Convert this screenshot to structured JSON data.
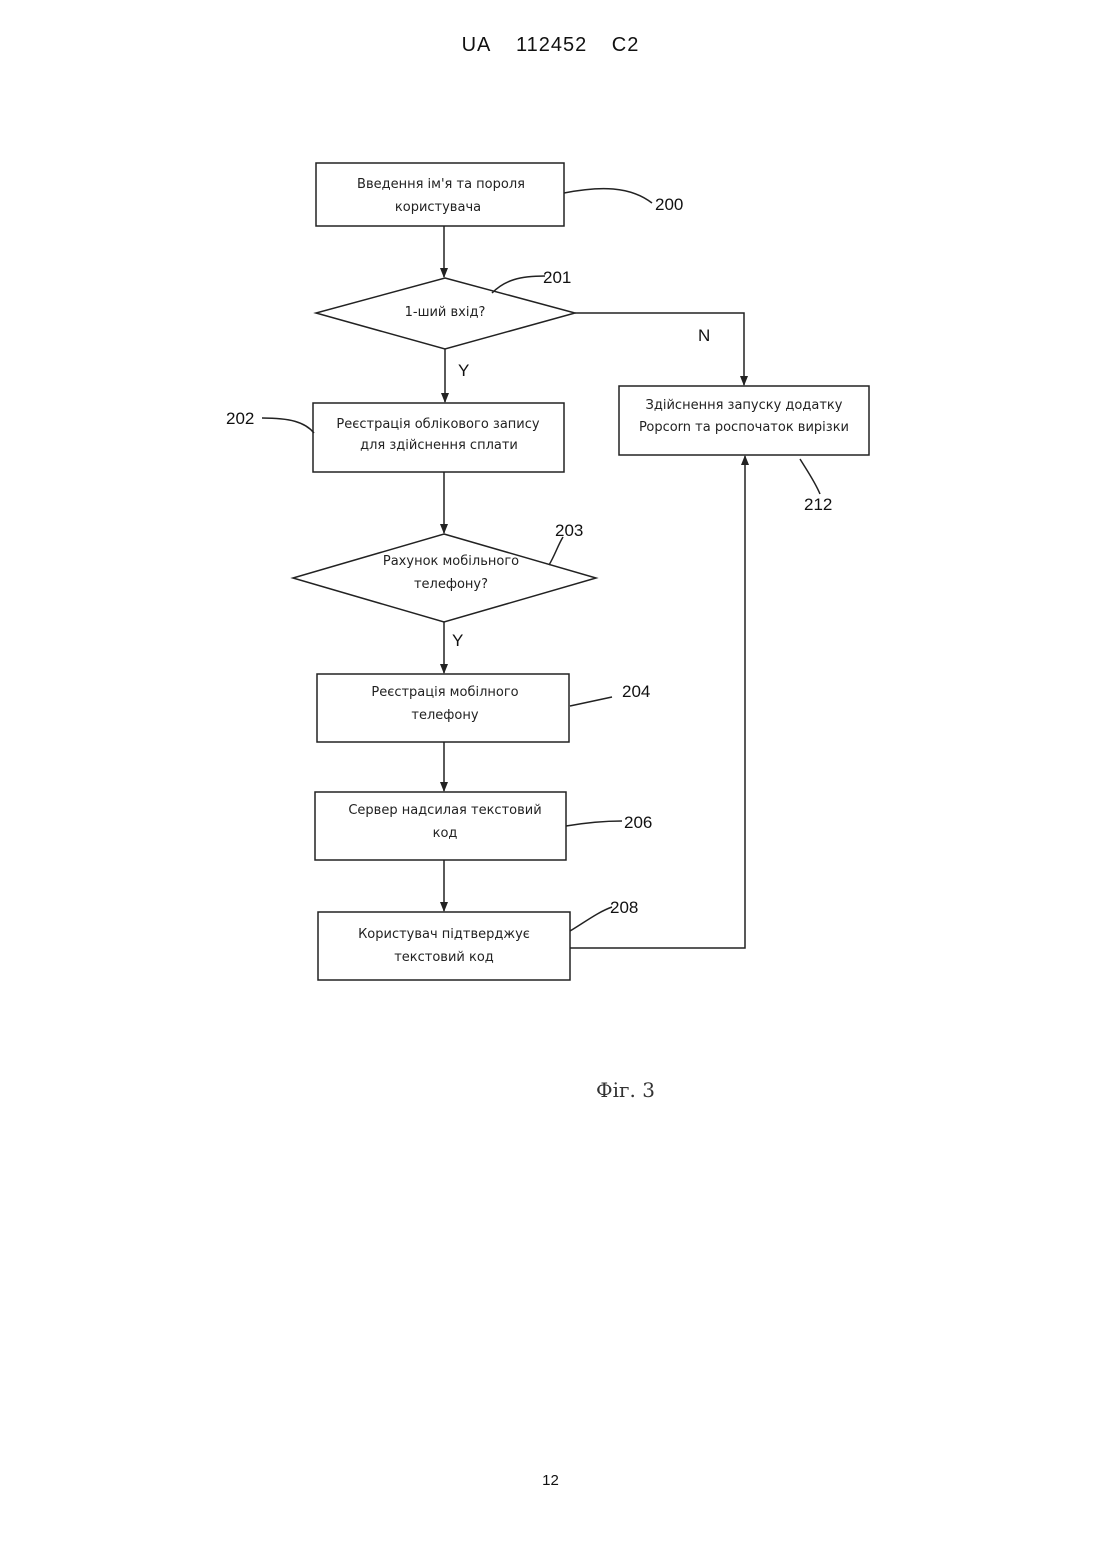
{
  "header": {
    "country": "UA",
    "number": "112452",
    "kind": "C2"
  },
  "figure_caption": "Фіг. 3",
  "page_number": "12",
  "nodes": {
    "n200": {
      "line1": "Введення ім'я та пороля",
      "line2": "користувача",
      "ref": "200"
    },
    "n201": {
      "line1": "1-ший вхід?",
      "ref": "201"
    },
    "n202": {
      "line1": "Реєстрація облікового запису",
      "line2": "для здійснення сплати",
      "ref": "202"
    },
    "n203": {
      "line1": "Рахунок мобільного",
      "line2": "телефону?",
      "ref": "203"
    },
    "n204": {
      "line1": "Реєстрація мобілного",
      "line2": "телефону",
      "ref": "204"
    },
    "n206": {
      "line1": "Сервер надсилая текстовий",
      "line2": "код",
      "ref": "206"
    },
    "n208": {
      "line1": "Користувач підтверджує",
      "line2": "текстовий код",
      "ref": "208"
    },
    "n212": {
      "line1": "Здійснення запуску додатку",
      "line2": "Popcorn та роспочаток вирізки",
      "ref": "212"
    }
  },
  "labels": {
    "yes_201": "Y",
    "no_201": "N",
    "yes_203": "Y"
  }
}
